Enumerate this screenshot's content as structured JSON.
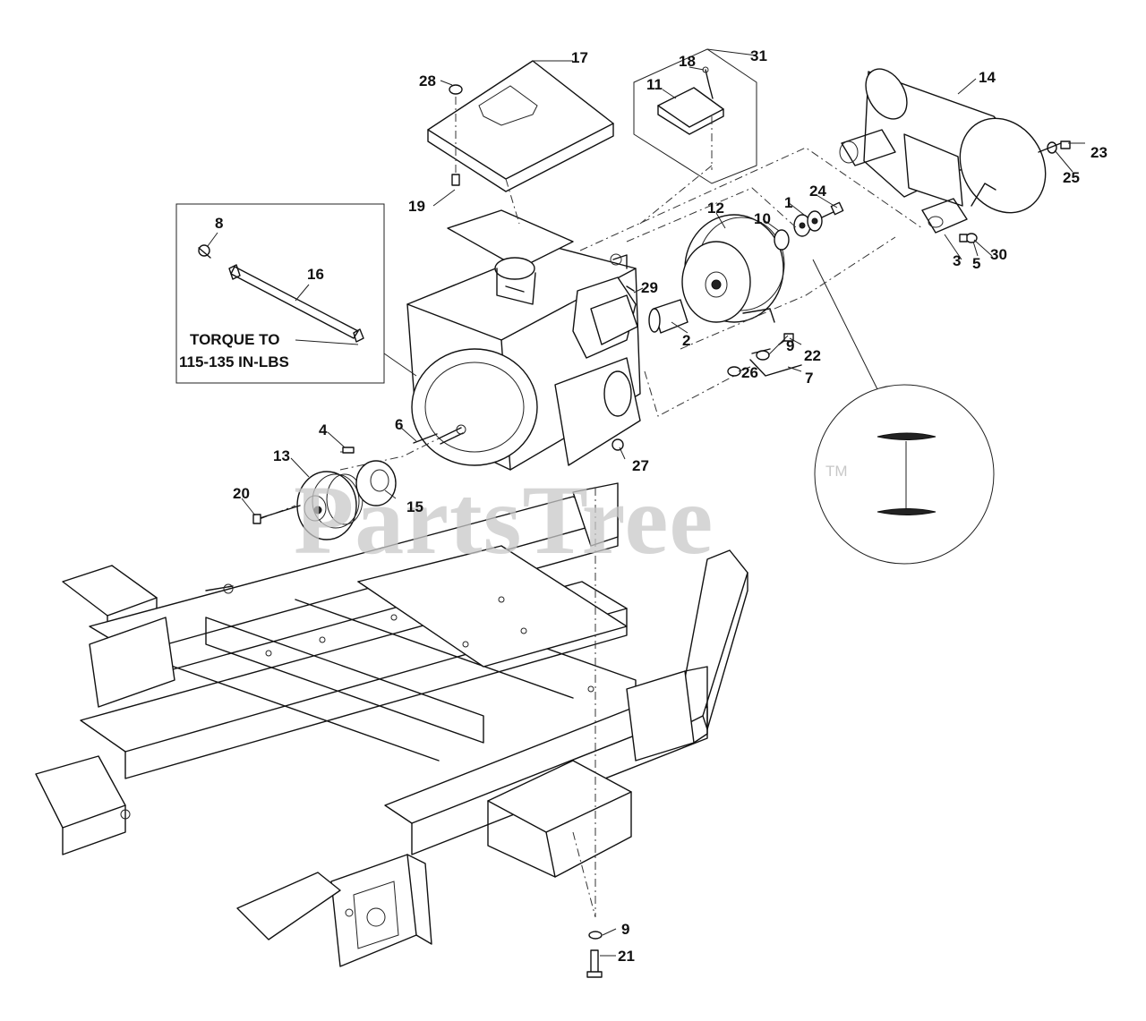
{
  "watermark": {
    "text": "PartsTree",
    "tm": "TM"
  },
  "note": {
    "line1": "TORQUE TO",
    "line2": "115-135 IN-LBS"
  },
  "callouts": [
    {
      "id": "c1",
      "label": "1"
    },
    {
      "id": "c2",
      "label": "2"
    },
    {
      "id": "c3",
      "label": "3"
    },
    {
      "id": "c4",
      "label": "4"
    },
    {
      "id": "c5",
      "label": "5"
    },
    {
      "id": "c6",
      "label": "6"
    },
    {
      "id": "c7",
      "label": "7"
    },
    {
      "id": "c8",
      "label": "8"
    },
    {
      "id": "c9a",
      "label": "9"
    },
    {
      "id": "c9b",
      "label": "9"
    },
    {
      "id": "c10",
      "label": "10"
    },
    {
      "id": "c11",
      "label": "11"
    },
    {
      "id": "c12",
      "label": "12"
    },
    {
      "id": "c13",
      "label": "13"
    },
    {
      "id": "c14",
      "label": "14"
    },
    {
      "id": "c15",
      "label": "15"
    },
    {
      "id": "c16",
      "label": "16"
    },
    {
      "id": "c17",
      "label": "17"
    },
    {
      "id": "c18",
      "label": "18"
    },
    {
      "id": "c19",
      "label": "19"
    },
    {
      "id": "c20",
      "label": "20"
    },
    {
      "id": "c21",
      "label": "21"
    },
    {
      "id": "c22",
      "label": "22"
    },
    {
      "id": "c23",
      "label": "23"
    },
    {
      "id": "c24",
      "label": "24"
    },
    {
      "id": "c25",
      "label": "25"
    },
    {
      "id": "c26",
      "label": "26"
    },
    {
      "id": "c27",
      "label": "27"
    },
    {
      "id": "c28",
      "label": "28"
    },
    {
      "id": "c29",
      "label": "29"
    },
    {
      "id": "c30",
      "label": "30"
    },
    {
      "id": "c31",
      "label": "31"
    }
  ]
}
